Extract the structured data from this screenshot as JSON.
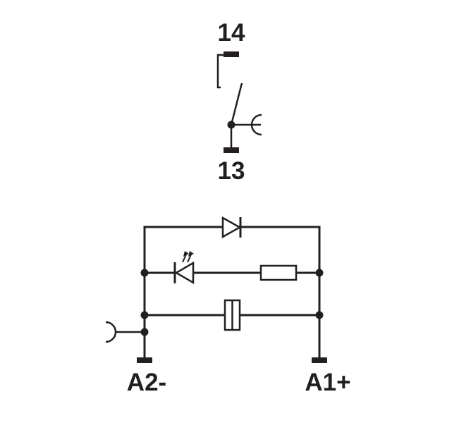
{
  "terminals": {
    "t14": "14",
    "t13": "13",
    "a2": "A2-",
    "a1": "A1+"
  },
  "colors": {
    "line": "#231f20",
    "background": "#ffffff"
  }
}
